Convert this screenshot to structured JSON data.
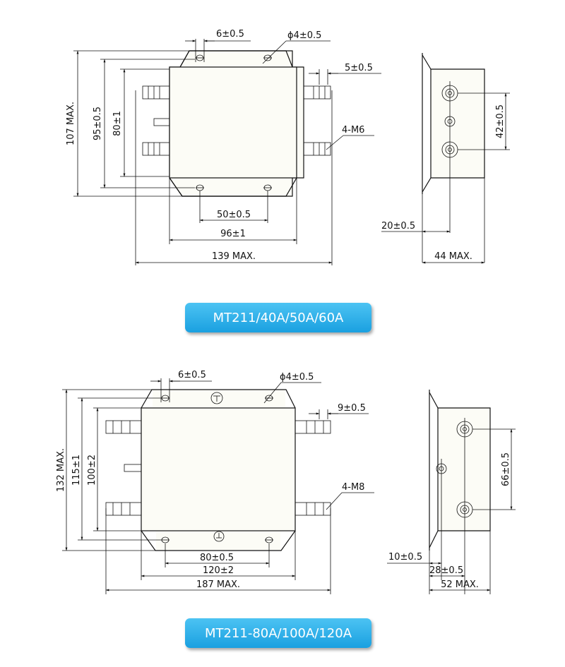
{
  "diagram1": {
    "caption": "MT211/40A/50A/60A",
    "dims": {
      "slot": "6±0.5",
      "hole": "ϕ4±0.5",
      "term": "5±0.5",
      "thread": "4-M6",
      "height_max": "107 MAX.",
      "height_95": "95±0.5",
      "height_80": "80±1",
      "width_50": "50±0.5",
      "width_96": "96±1",
      "width_max": "139 MAX.",
      "side_42": "42±0.5",
      "side_20": "20±0.5",
      "side_max": "44 MAX."
    }
  },
  "diagram2": {
    "caption": "MT211-80A/100A/120A",
    "dims": {
      "slot": "6±0.5",
      "hole": "ϕ4±0.5",
      "term": "9±0.5",
      "thread": "4-M8",
      "height_max": "132 MAX.",
      "height_115": "115±1",
      "height_100": "100±2",
      "width_80": "80±0.5",
      "width_120": "120±2",
      "width_max": "187 MAX.",
      "side_66": "66±0.5",
      "side_10": "10±0.5",
      "side_28": "28±0.5",
      "side_max": "52 MAX."
    }
  }
}
